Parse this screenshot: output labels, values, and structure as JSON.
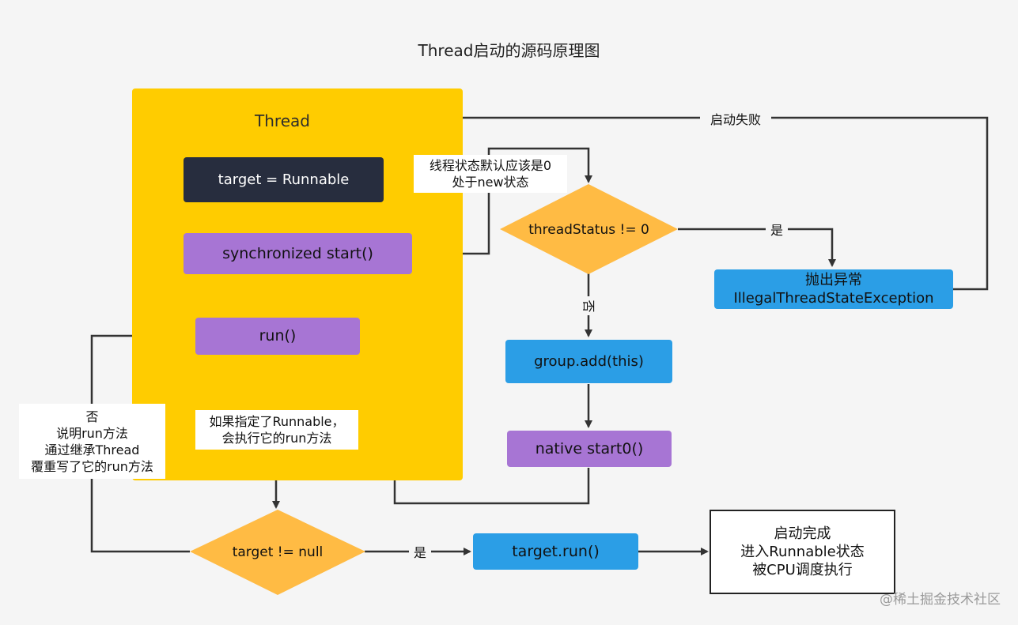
{
  "title": "Thread启动的源码原理图",
  "thread_panel": {
    "title": "Thread"
  },
  "nodes": {
    "target_runnable": "target = Runnable",
    "sync_start": "synchronized start()",
    "run": "run()",
    "thread_status_check": "threadStatus != 0",
    "throw_exception": [
      "抛出异常",
      "IllegalThreadStateException"
    ],
    "group_add": "group.add(this)",
    "native_start0": "native start0()",
    "target_null_check": "target != null",
    "target_run": "target.run()",
    "start_complete": [
      "启动完成",
      "进入Runnable状态",
      "被CPU调度执行"
    ]
  },
  "edge_labels": {
    "status_default": [
      "线程状态默认应该是0",
      "处于new状态"
    ],
    "start_failed": "启动失败",
    "yes_status": "是",
    "no_status": "否",
    "runnable_specified": [
      "如果指定了Runnable，",
      "会执行它的run方法"
    ],
    "no_override": [
      "否",
      "说明run方法",
      "通过继承Thread",
      "覆重写了它的run方法"
    ],
    "yes_target": "是"
  },
  "watermark": "@稀土掘金技术社区",
  "colors": {
    "panel": "#ffcc00",
    "dark": "#272d3e",
    "purple": "#a775d4",
    "blue": "#2b9ee6",
    "diamond": "#ffbb44",
    "line": "#333333"
  }
}
